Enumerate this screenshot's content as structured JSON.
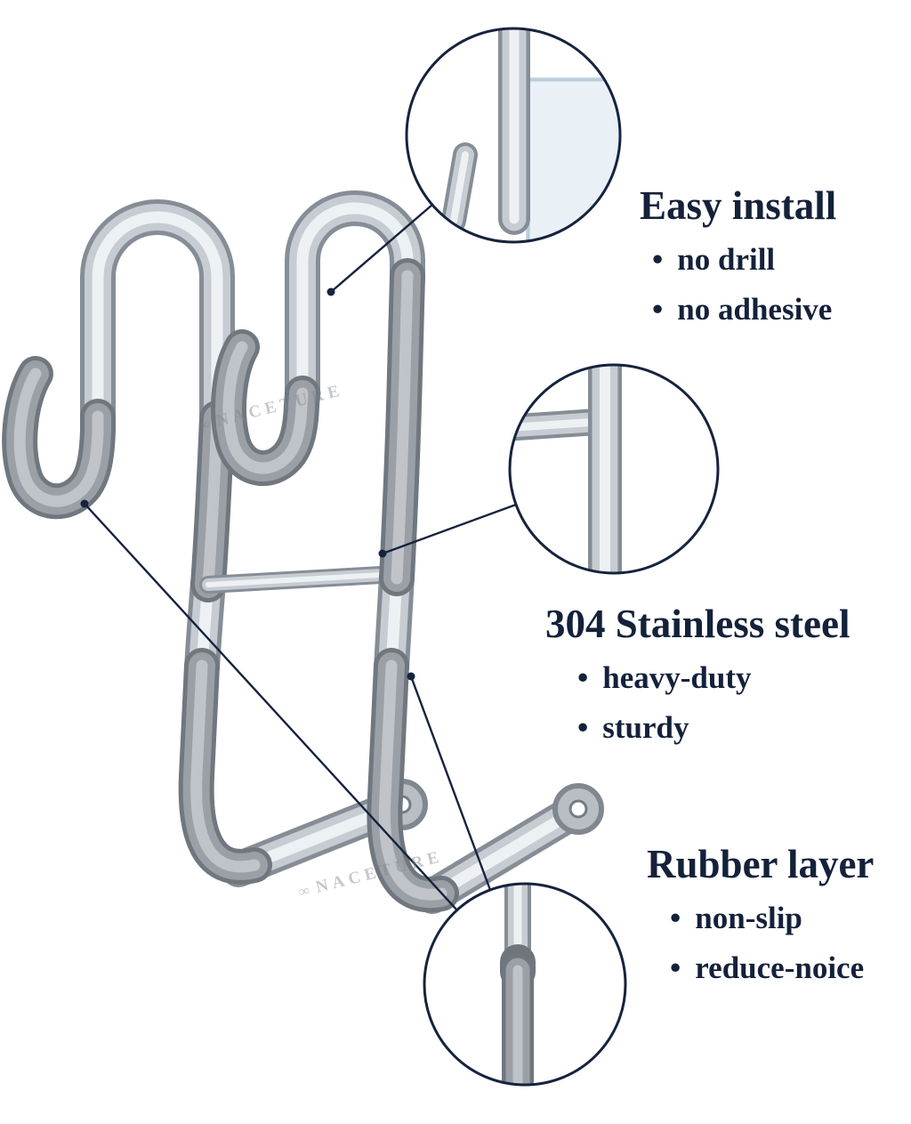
{
  "bullet_char": "•",
  "watermark": {
    "logo": "∞",
    "text": "NACETURE"
  },
  "features": [
    {
      "title": "Easy install",
      "bullets": [
        "no drill",
        "no adhesive"
      ]
    },
    {
      "title": "304 Stainless steel",
      "bullets": [
        "heavy-duty",
        "sturdy"
      ]
    },
    {
      "title": "Rubber layer",
      "bullets": [
        "non-slip",
        "reduce-noice"
      ]
    }
  ],
  "colors": {
    "accent_navy": "#16233e",
    "steel_light": "#eef1f4",
    "steel_mid": "#c7ccd2",
    "steel_dark": "#868d96",
    "rubber_light": "#c0c4c9",
    "rubber_mid": "#9ba0a7",
    "rubber_dark": "#71777f",
    "glass": "#e9f1f7",
    "background": "#ffffff"
  }
}
